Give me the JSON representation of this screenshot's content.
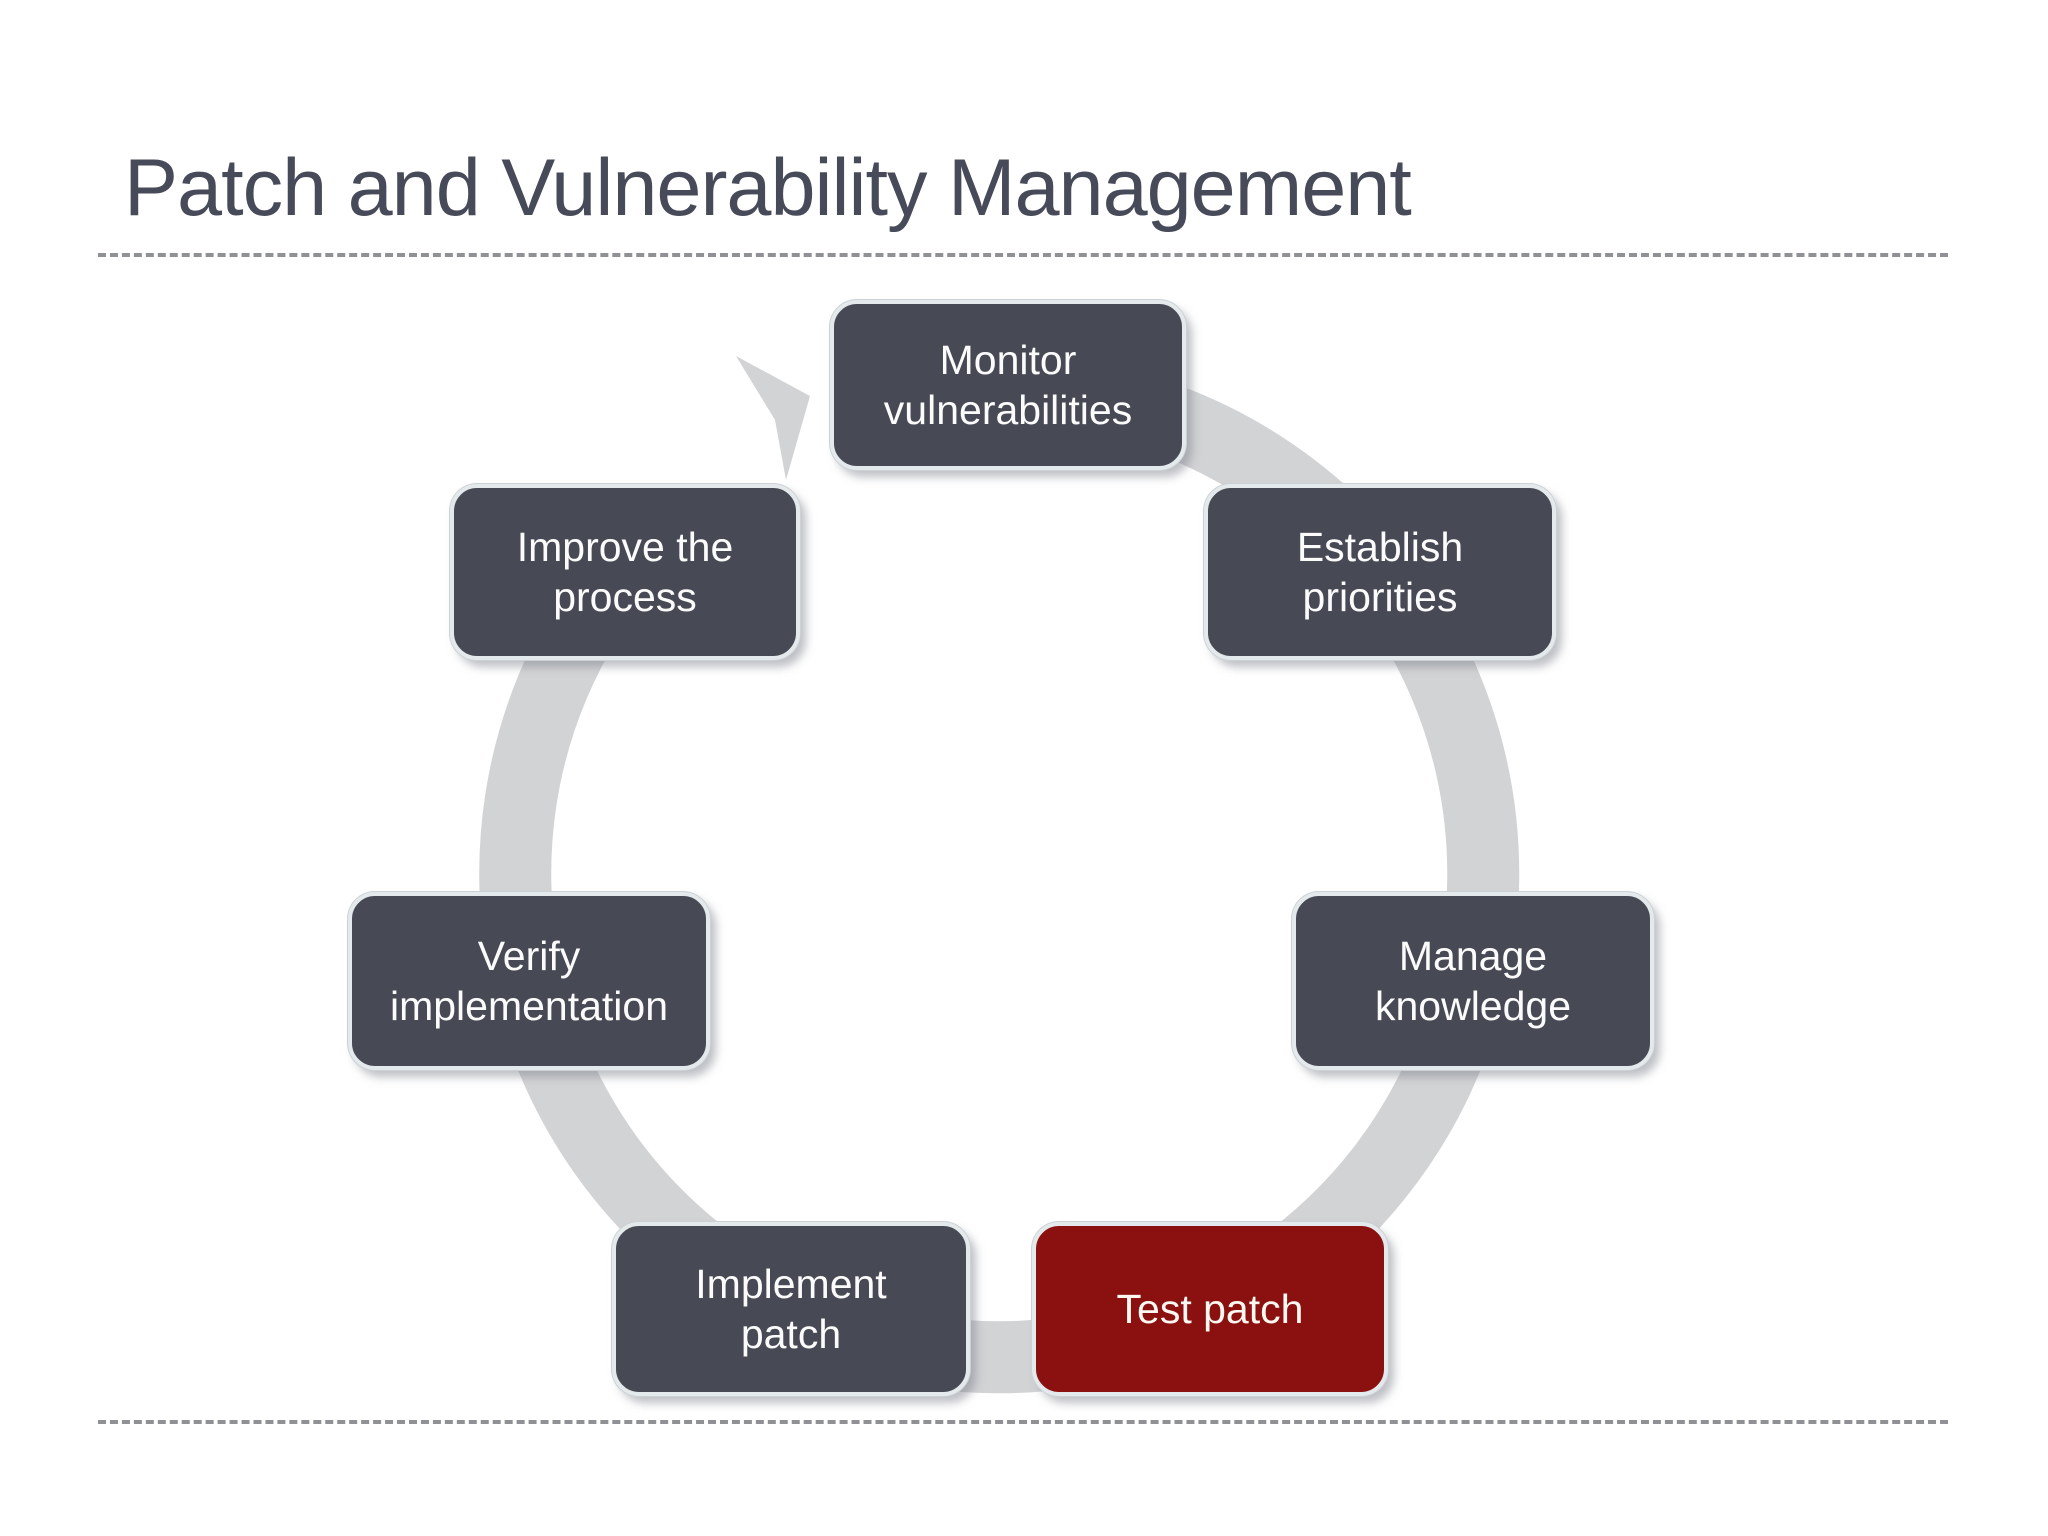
{
  "title": "Patch and Vulnerability Management",
  "diagram": {
    "type": "cycle",
    "direction": "clockwise",
    "steps": [
      {
        "id": "monitor-vulnerabilities",
        "label": "Monitor\nvulnerabilities",
        "highlighted": false
      },
      {
        "id": "establish-priorities",
        "label": "Establish\npriorities",
        "highlighted": false
      },
      {
        "id": "manage-knowledge",
        "label": "Manage\nknowledge",
        "highlighted": false
      },
      {
        "id": "test-patch",
        "label": "Test patch",
        "highlighted": true
      },
      {
        "id": "implement-patch",
        "label": "Implement\npatch",
        "highlighted": false
      },
      {
        "id": "verify-implementation",
        "label": "Verify\nimplementation",
        "highlighted": false
      },
      {
        "id": "improve-the-process",
        "label": "Improve the\nprocess",
        "highlighted": false
      }
    ]
  },
  "colors": {
    "title-text": "#474a58",
    "divider": "#909194",
    "ring": "#d2d3d5",
    "step-bg": "#474a55",
    "step-border": "#e4e9ec",
    "step-text": "#fbfbfb",
    "accent-bg": "#8b1110"
  }
}
